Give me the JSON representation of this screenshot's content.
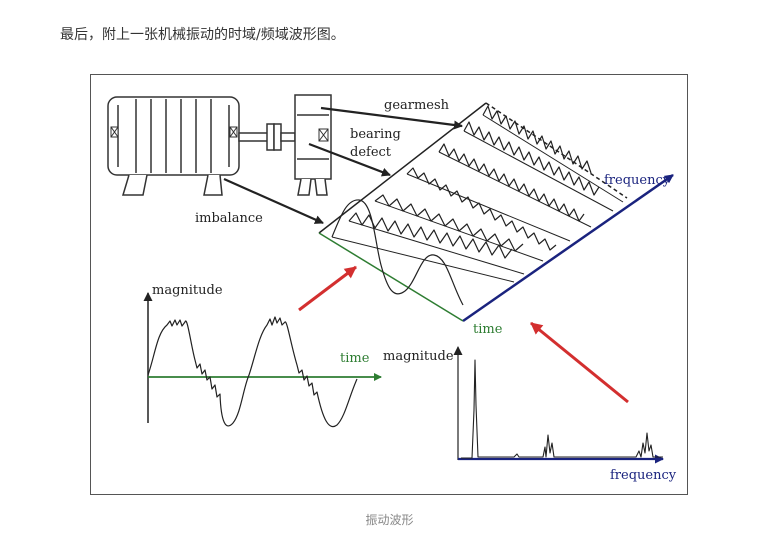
{
  "article": {
    "intro_text": "最后，附上一张机械振动的时域/频域波形图。",
    "caption": "振动波形"
  },
  "diagram": {
    "labels": {
      "gearmesh": "gearmesh",
      "bearing": "bearing",
      "defect": "defect",
      "imbalance": "imbalance",
      "frequency_axis": "frequency",
      "time_axis": "time",
      "time_plot_magnitude": "magnitude",
      "time_plot_time": "time",
      "spectrum_magnitude": "magnitude",
      "spectrum_frequency": "frequency"
    },
    "colors": {
      "ink": "#222222",
      "time_axis": "#2e7d32",
      "frequency_axis": "#1a237e",
      "highlight_arrow": "#d32f2f"
    }
  }
}
